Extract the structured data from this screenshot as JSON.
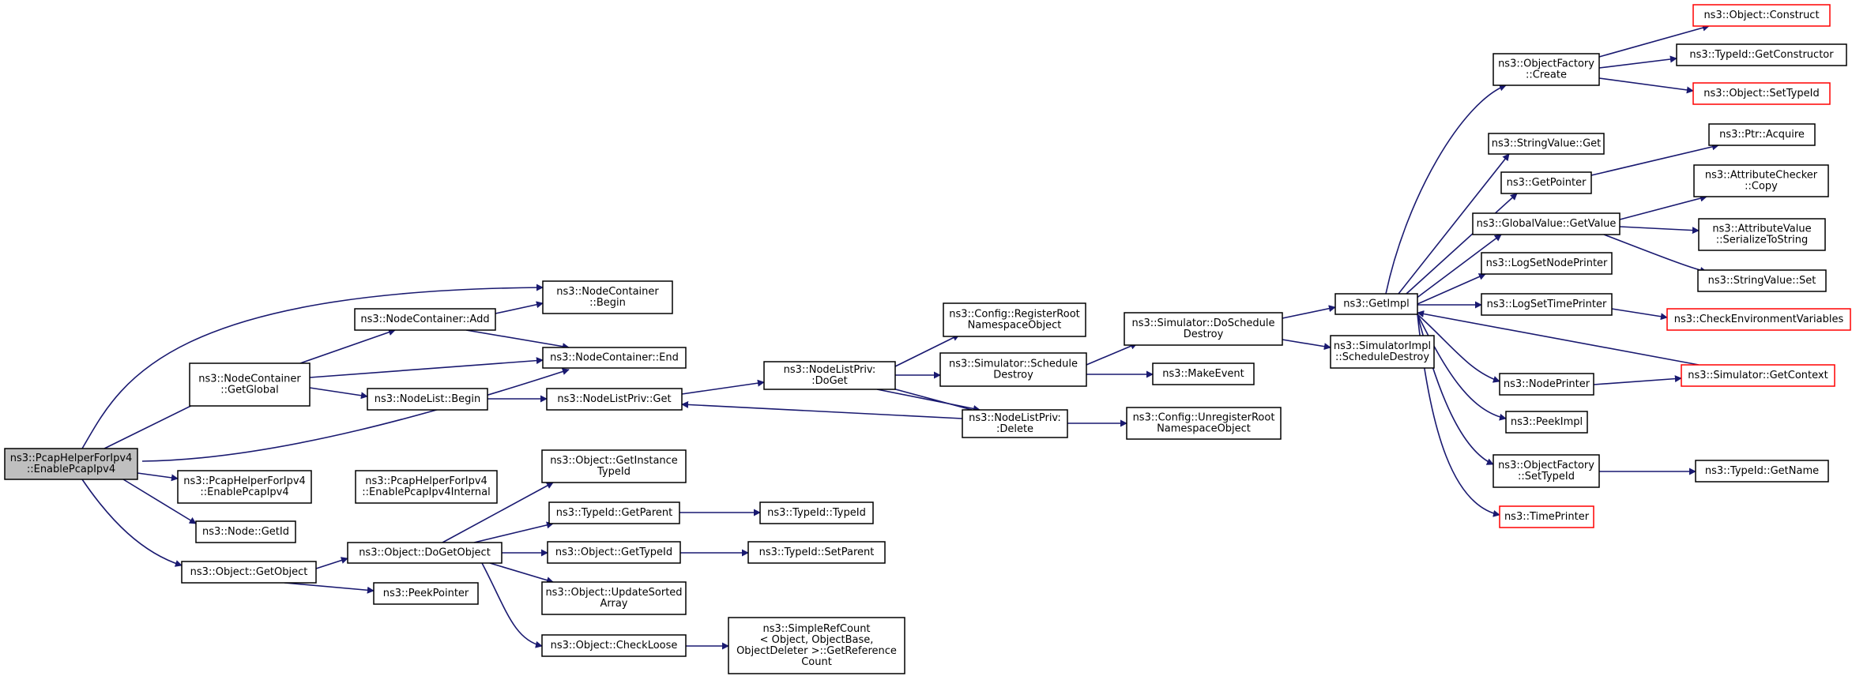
{
  "colors": {
    "edge": "#191970",
    "node_border": "#000000",
    "truncated_border": "#ff0000",
    "root_fill": "#bfbfbf"
  },
  "nodes": {
    "root": {
      "lines": [
        "ns3::PcapHelperForIpv4",
        "::EnablePcapIpv4"
      ]
    },
    "global": {
      "lines": [
        "ns3::NodeContainer",
        "::GetGlobal"
      ]
    },
    "nc_add": {
      "lines": [
        "ns3::NodeContainer::Add"
      ]
    },
    "nc_begin": {
      "lines": [
        "ns3::NodeContainer",
        "::Begin"
      ]
    },
    "nc_end": {
      "lines": [
        "ns3::NodeContainer::End"
      ]
    },
    "nl_begin": {
      "lines": [
        "ns3::NodeList::Begin"
      ]
    },
    "nlp_get": {
      "lines": [
        "ns3::NodeListPriv::Get"
      ]
    },
    "nlp_doget": {
      "lines": [
        "ns3::NodeListPriv:",
        ":DoGet"
      ]
    },
    "nlp_delete": {
      "lines": [
        "ns3::NodeListPriv:",
        ":Delete"
      ]
    },
    "cfg_register": {
      "lines": [
        "ns3::Config::RegisterRoot",
        "NamespaceObject"
      ]
    },
    "sim_schedule": {
      "lines": [
        "ns3::Simulator::Schedule",
        "Destroy"
      ]
    },
    "sim_dosched": {
      "lines": [
        "ns3::Simulator::DoSchedule",
        "Destroy"
      ]
    },
    "make_event": {
      "lines": [
        "ns3::MakeEvent"
      ]
    },
    "cfg_unregister": {
      "lines": [
        "ns3::Config::UnregisterRoot",
        "NamespaceObject"
      ]
    },
    "get_impl": {
      "lines": [
        "ns3::GetImpl"
      ]
    },
    "simimpl_sched": {
      "lines": [
        "ns3::SimulatorImpl",
        "::ScheduleDestroy"
      ]
    },
    "pcap_enable": {
      "lines": [
        "ns3::PcapHelperForIpv4",
        "::EnablePcapIpv4"
      ]
    },
    "pcap_internal": {
      "lines": [
        "ns3::PcapHelperForIpv4",
        "::EnablePcapIpv4Internal"
      ]
    },
    "node_getid": {
      "lines": [
        "ns3::Node::GetId"
      ]
    },
    "obj_getobject": {
      "lines": [
        "ns3::Object::GetObject"
      ]
    },
    "obj_dogetobject": {
      "lines": [
        "ns3::Object::DoGetObject"
      ]
    },
    "peek_pointer": {
      "lines": [
        "ns3::PeekPointer"
      ]
    },
    "obj_getinstance": {
      "lines": [
        "ns3::Object::GetInstance",
        "TypeId"
      ]
    },
    "typeid_getparent": {
      "lines": [
        "ns3::TypeId::GetParent"
      ]
    },
    "obj_gettypeid": {
      "lines": [
        "ns3::Object::GetTypeId"
      ]
    },
    "obj_updatesorted": {
      "lines": [
        "ns3::Object::UpdateSorted",
        "Array"
      ]
    },
    "obj_checkloose": {
      "lines": [
        "ns3::Object::CheckLoose"
      ]
    },
    "typeid_typeid": {
      "lines": [
        "ns3::TypeId::TypeId"
      ]
    },
    "typeid_setparent": {
      "lines": [
        "ns3::TypeId::SetParent"
      ]
    },
    "simplerefcount": {
      "lines": [
        "ns3::SimpleRefCount",
        "< Object, ObjectBase,",
        "ObjectDeleter >::GetReference",
        "Count"
      ]
    },
    "objfactory_create": {
      "lines": [
        "ns3::ObjectFactory",
        "::Create"
      ]
    },
    "obj_construct": {
      "lines": [
        "ns3::Object::Construct"
      ]
    },
    "typeid_getconstructor": {
      "lines": [
        "ns3::TypeId::GetConstructor"
      ]
    },
    "obj_settypeid": {
      "lines": [
        "ns3::Object::SetTypeId"
      ]
    },
    "stringvalue_get": {
      "lines": [
        "ns3::StringValue::Get"
      ]
    },
    "ptr_acquire": {
      "lines": [
        "ns3::Ptr::Acquire"
      ]
    },
    "getpointer": {
      "lines": [
        "ns3::GetPointer"
      ]
    },
    "attrchecker_copy": {
      "lines": [
        "ns3::AttributeChecker",
        "::Copy"
      ]
    },
    "globalvalue_getvalue": {
      "lines": [
        "ns3::GlobalValue::GetValue"
      ]
    },
    "attrvalue_serialize": {
      "lines": [
        "ns3::AttributeValue",
        "::SerializeToString"
      ]
    },
    "stringvalue_set": {
      "lines": [
        "ns3::StringValue::Set"
      ]
    },
    "logsetnodeprinter": {
      "lines": [
        "ns3::LogSetNodePrinter"
      ]
    },
    "logsettimeprinter": {
      "lines": [
        "ns3::LogSetTimePrinter"
      ]
    },
    "checkenvvars": {
      "lines": [
        "ns3::CheckEnvironmentVariables"
      ]
    },
    "sim_getcontext": {
      "lines": [
        "ns3::Simulator::GetContext"
      ]
    },
    "nodeprinter": {
      "lines": [
        "ns3::NodePrinter"
      ]
    },
    "peekimpl": {
      "lines": [
        "ns3::PeekImpl"
      ]
    },
    "objfactory_settypeid": {
      "lines": [
        "ns3::ObjectFactory",
        "::SetTypeId"
      ]
    },
    "typeid_getname": {
      "lines": [
        "ns3::TypeId::GetName"
      ]
    },
    "timeprinter": {
      "lines": [
        "ns3::TimePrinter"
      ]
    }
  }
}
